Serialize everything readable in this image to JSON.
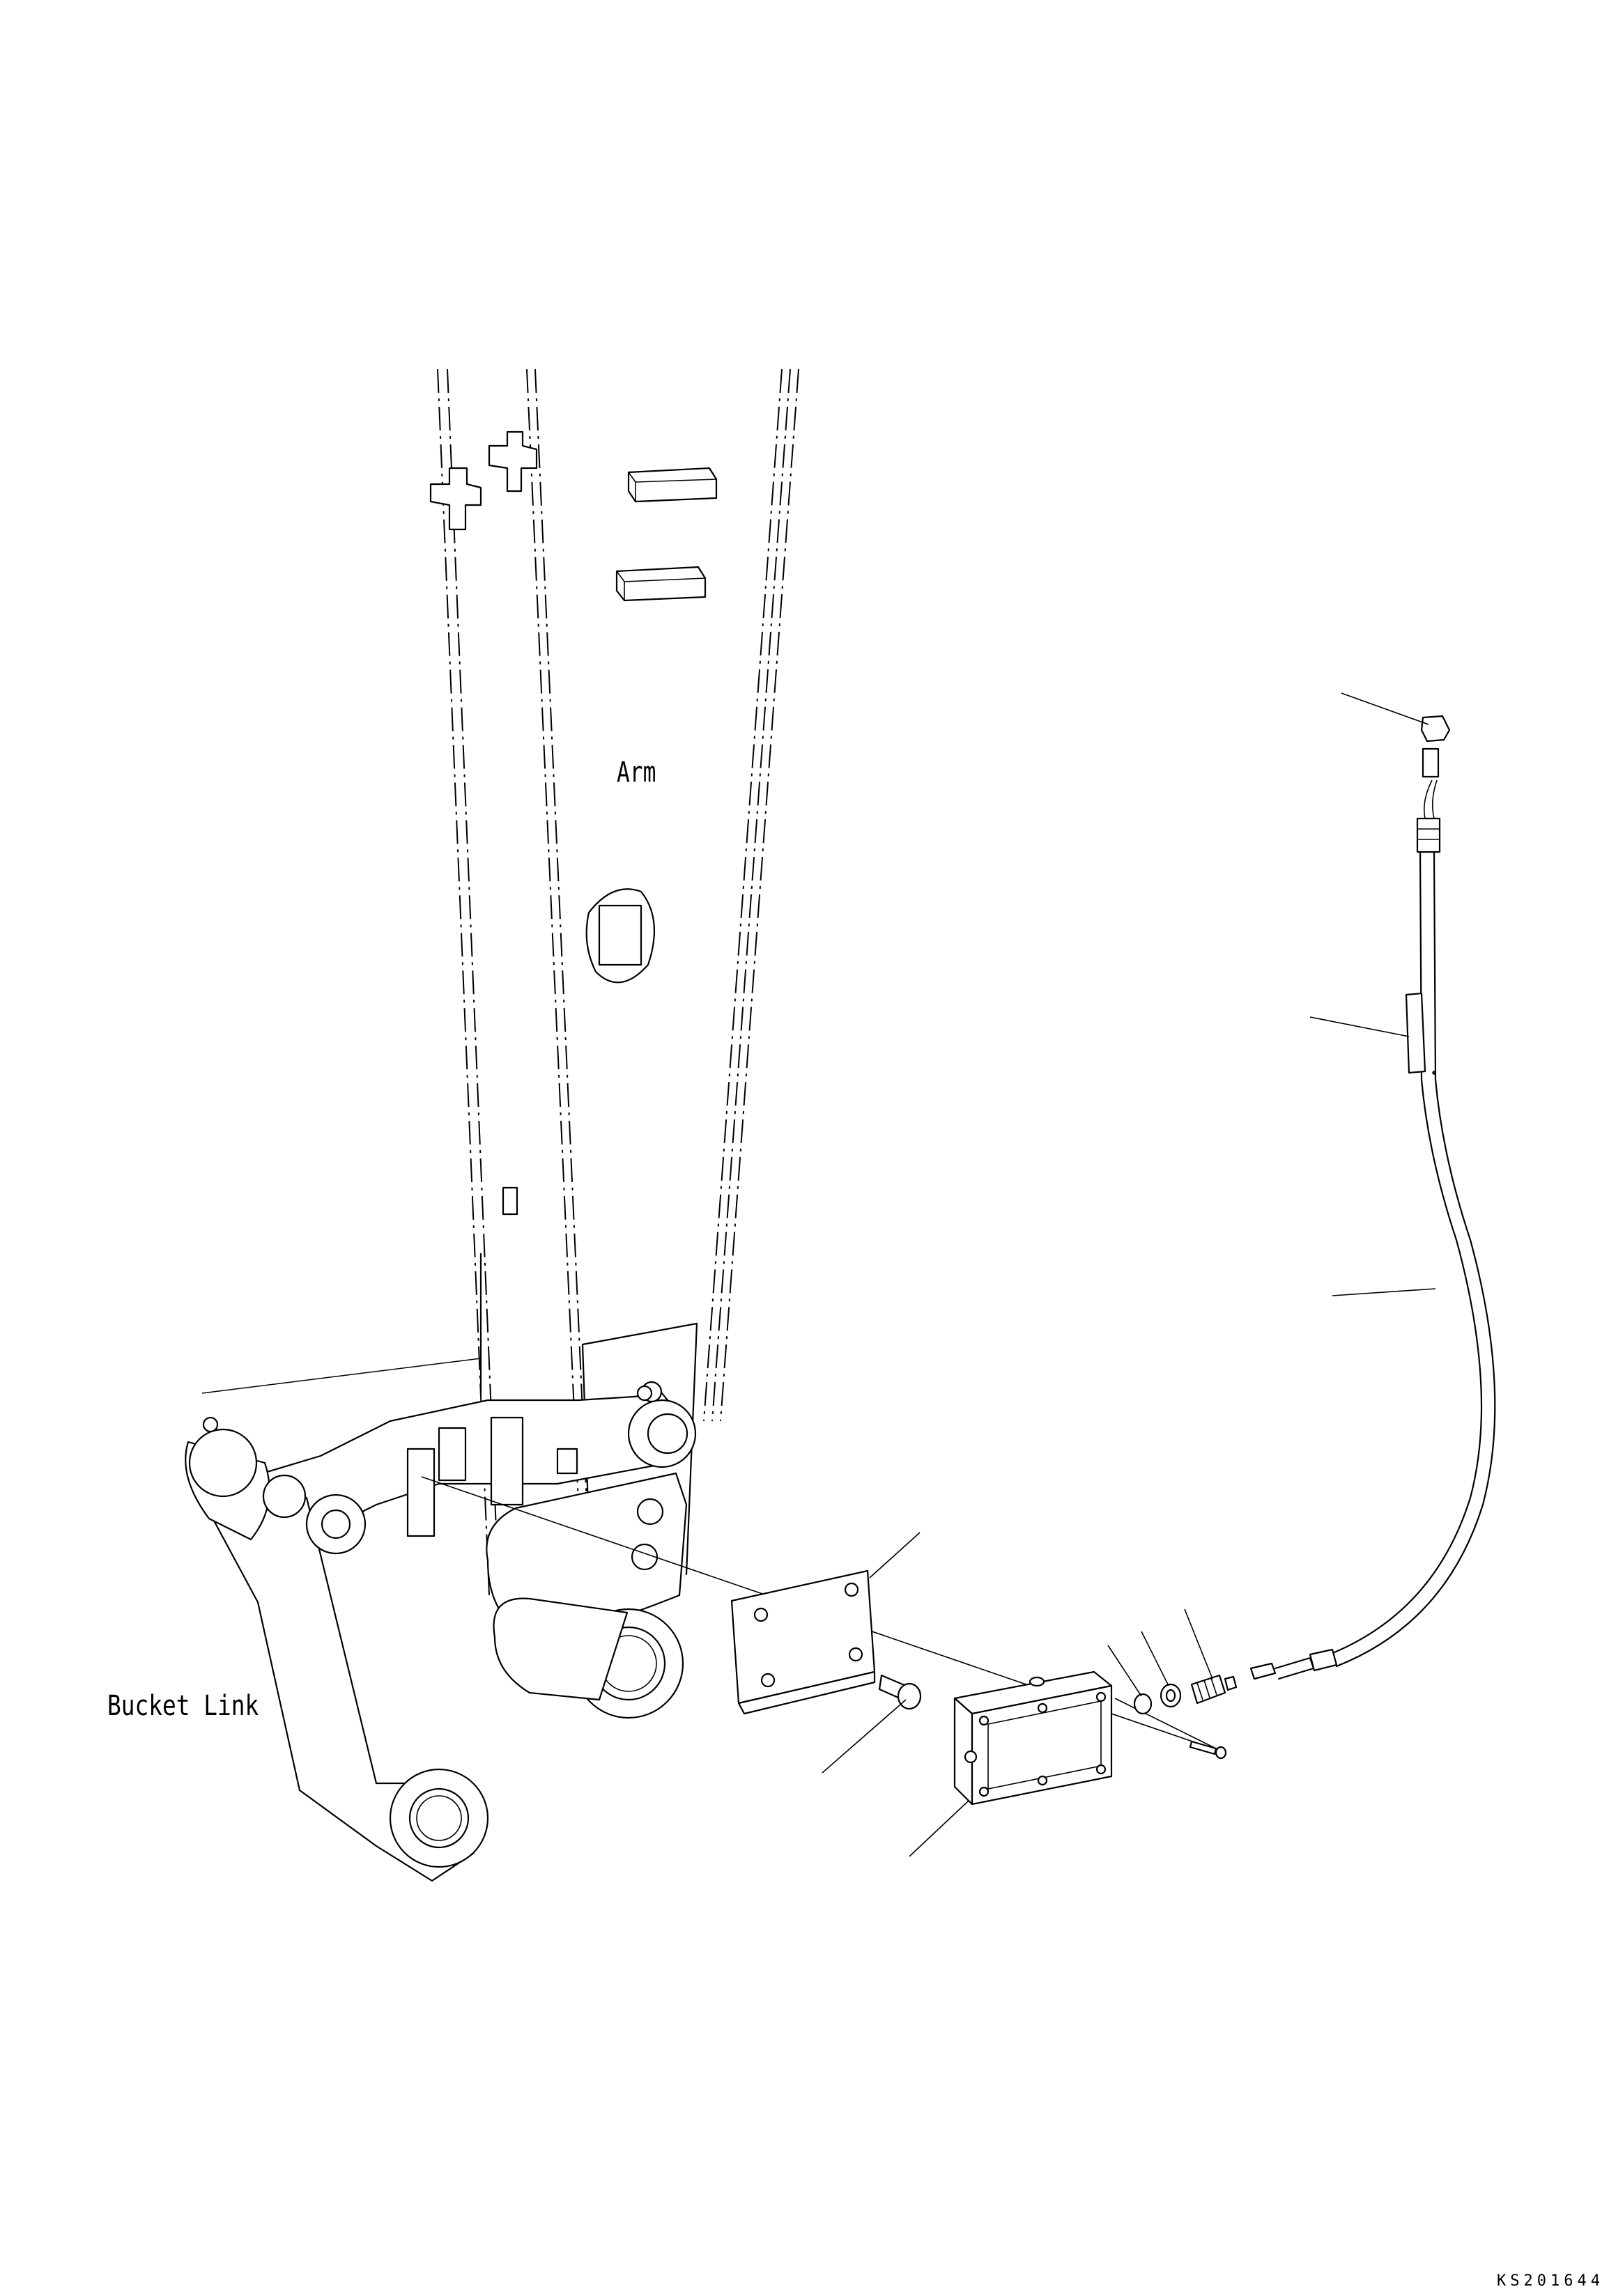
{
  "labels": {
    "arm": "Arm",
    "bucket_link": "Bucket Link"
  },
  "drawing_code": "KS201644"
}
